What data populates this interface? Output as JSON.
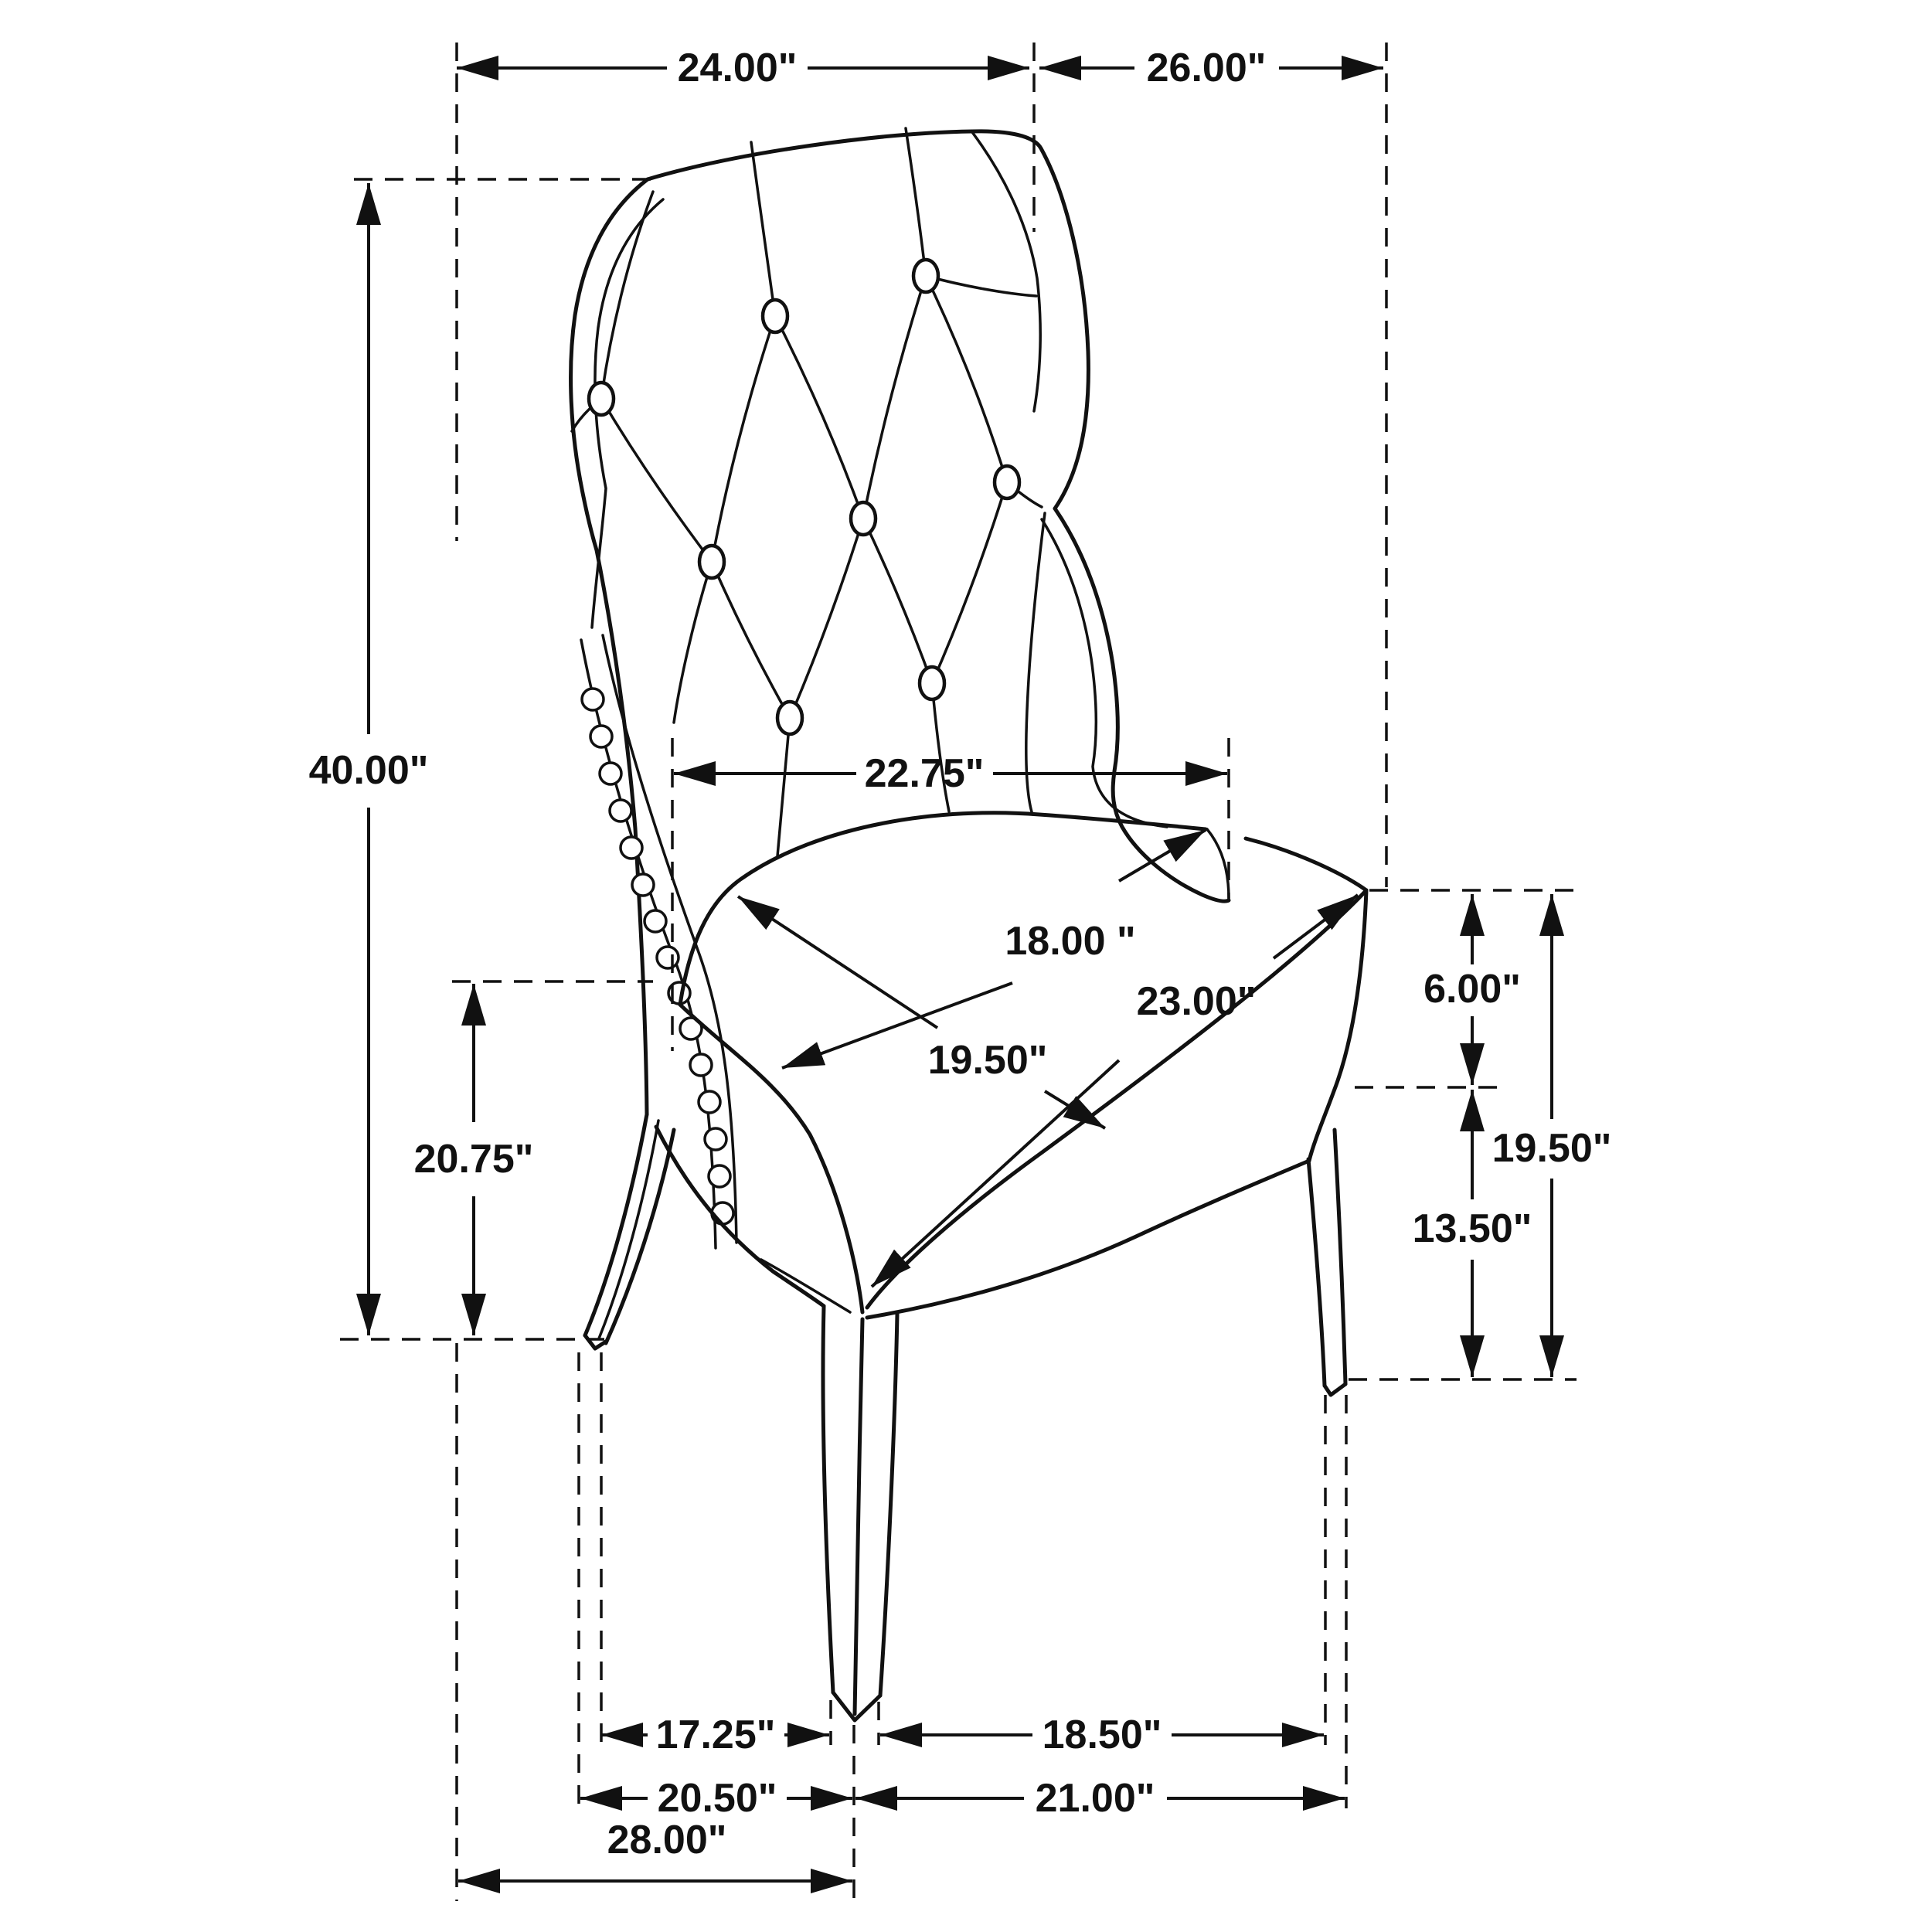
{
  "figure": {
    "kind": "furniture dimension diagram",
    "subject": "tufted wingback dining chair line drawing",
    "unit": "inches"
  },
  "colors": {
    "line": "#111111",
    "background": "#ffffff"
  },
  "dims": {
    "top_width": "24.00\"",
    "top_depth": "26.00\"",
    "overall_height": "40.00\"",
    "arm_height": "20.75\"",
    "back_width": "22.75\"",
    "seat_back_width": "18.00 \"",
    "seat_diagonal": "23.00\"",
    "seat_depth": "19.50\"",
    "cushion_thickness": "6.00\"",
    "seat_height": "19.50\"",
    "leg_height": "13.50\"",
    "leg_span_front_inner": "17.25\"",
    "leg_span_right_inner": "18.50\"",
    "leg_span_left_outer": "20.50\"",
    "leg_span_right_outer": "21.00\"",
    "base_depth": "28.00\""
  }
}
